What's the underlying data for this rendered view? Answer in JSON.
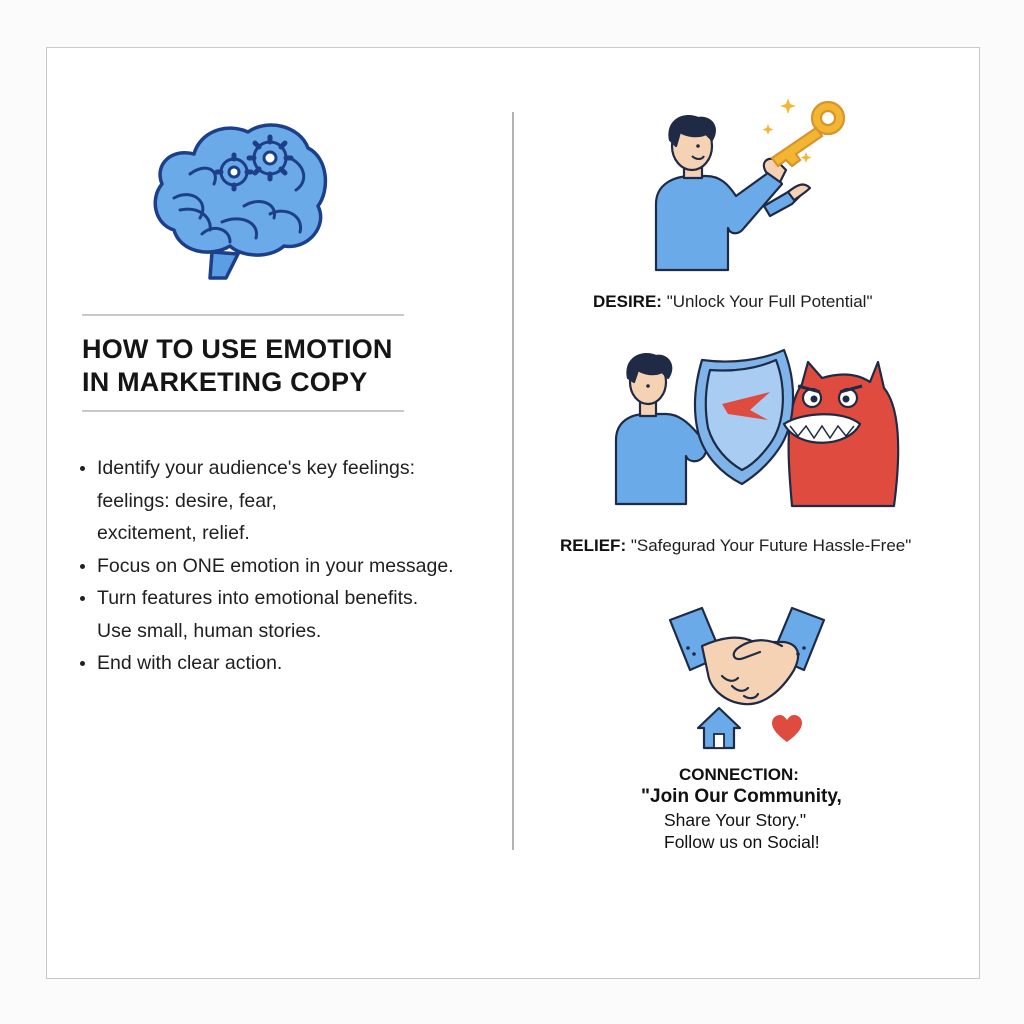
{
  "title": {
    "line1": "HOW TO USE EMOTION",
    "line2": "IN MARKETING COPY"
  },
  "bullets": [
    {
      "lines": [
        "Identify your audience's key feelings:",
        "feelings: desire, fear,",
        "excitement, relief."
      ]
    },
    {
      "lines": [
        "Focus on ONE emotion in your message."
      ]
    },
    {
      "lines": [
        "Turn features into emotional benefits.",
        "Use small, human stories."
      ]
    },
    {
      "lines": [
        "End with clear action."
      ]
    }
  ],
  "desire": {
    "label": "DESIRE:",
    "text": "\"Unlock Your Full Potential\""
  },
  "relief": {
    "label": "RELIEF:",
    "text": "\"Safegurad Your Future Hassle-Free\""
  },
  "connection": {
    "label": "CONNECTION:",
    "quote": "\"Join Our Community,",
    "line2": "Share Your Story.\"",
    "line3": "Follow us on Social!"
  },
  "icons": [
    "brain-gears-icon",
    "key-icon",
    "shield-icon",
    "devil-icon",
    "handshake-icon",
    "house-icon",
    "heart-icon"
  ],
  "colors": {
    "blue": "#5b9ee3",
    "gold": "#f2b632",
    "red": "#e04b3f",
    "skin": "#f6d2b4"
  }
}
